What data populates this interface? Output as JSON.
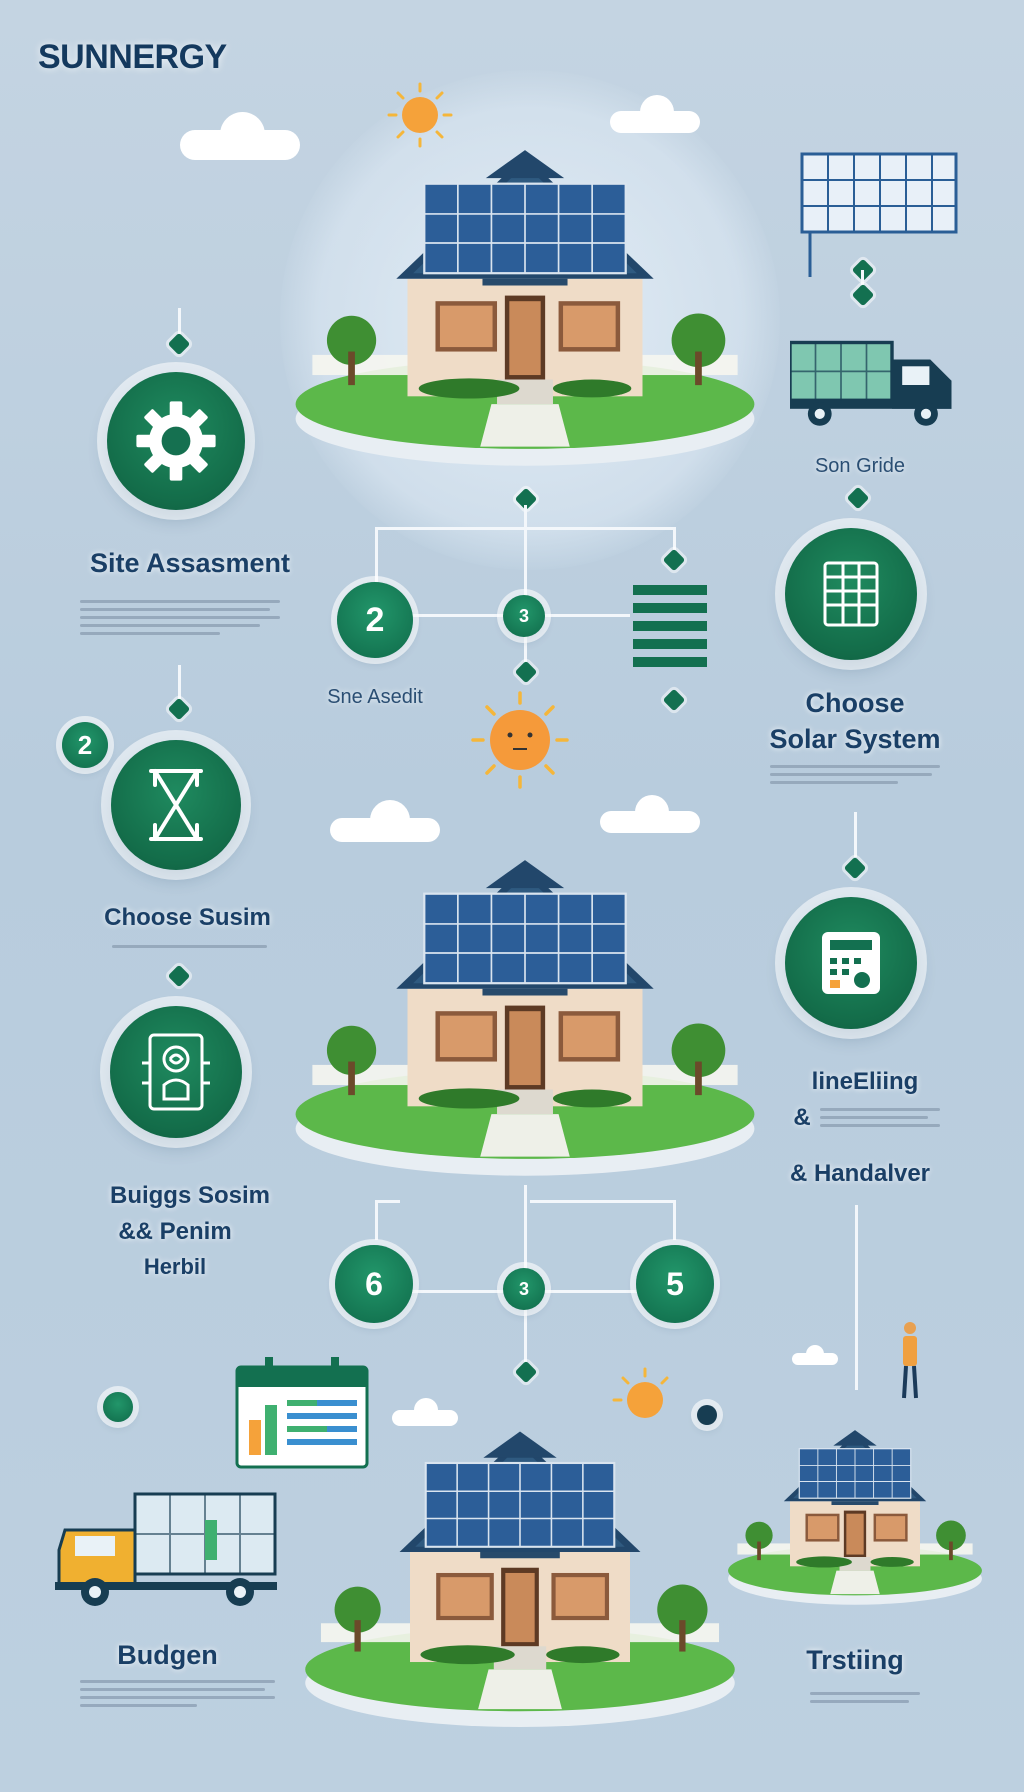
{
  "brand": "SUNNERGY",
  "steps": {
    "site_assessment": "Site Assasment",
    "son_gride": "Son Gride",
    "sne_asedit": "Sne Asedit",
    "choose_solar_line1": "Choose",
    "choose_solar_line2": "Solar System",
    "choose_susim": "Choose Susim",
    "buggs_line1": "Buiggs Sosim",
    "buggs_line2": "&& Penim",
    "buggs_line3": "Herbil",
    "inething": "lineEliing",
    "amp": "&",
    "handalver": "& Handalver",
    "budgen": "Budgen",
    "testing": "Trstiing"
  },
  "badges": {
    "two_a": "2",
    "three_a": "3",
    "two_b": "2",
    "six": "6",
    "three_b": "3",
    "five": "5"
  },
  "colors": {
    "accent_green": "#137050",
    "brand_navy": "#14395e",
    "sun_orange": "#f5a23a",
    "background": "#c4d4e2"
  },
  "icons": [
    "gear-icon",
    "hourglass-icon",
    "bill-icon",
    "solar-panel-icon",
    "calculator-icon",
    "truck-icon",
    "calendar-chart-icon",
    "house-icon",
    "sun-icon",
    "worker-icon"
  ]
}
